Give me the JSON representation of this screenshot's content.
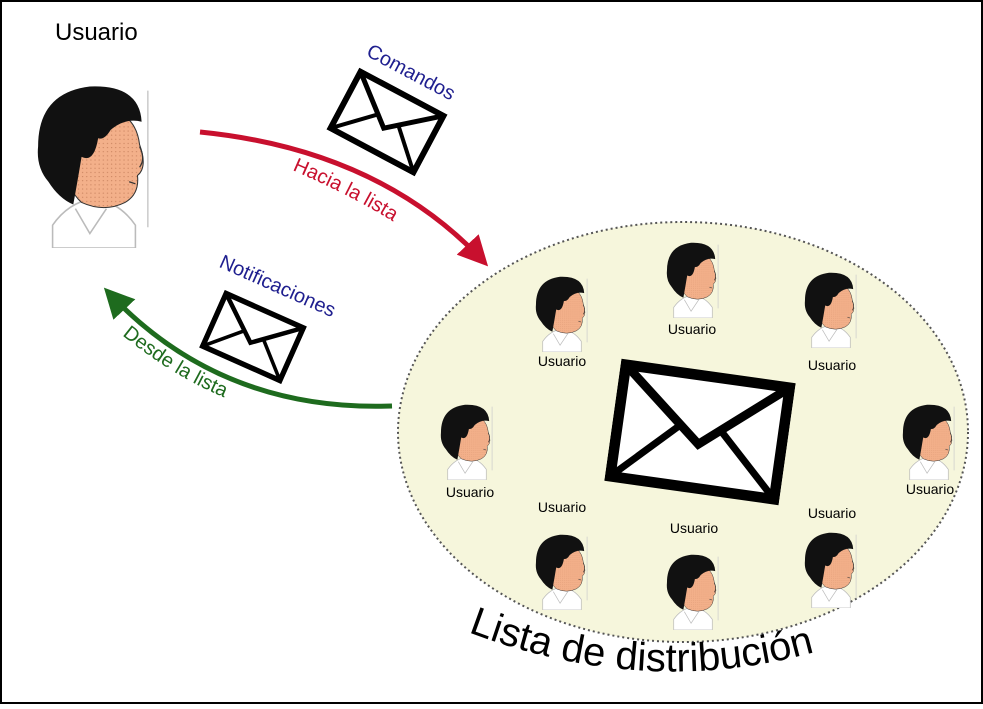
{
  "main_user_label": "Usuario",
  "commands_label": "Comandos",
  "to_list_label": "Hacia la lista",
  "notifications_label": "Notificaciones",
  "from_list_label": "Desde la lista",
  "list_title": "Lista de distribución",
  "members": [
    {
      "label": "Usuario"
    },
    {
      "label": "Usuario"
    },
    {
      "label": "Usuario"
    },
    {
      "label": "Usuario"
    },
    {
      "label": "Usuario"
    },
    {
      "label": "Usuario"
    },
    {
      "label": "Usuario"
    },
    {
      "label": "Usuario"
    }
  ],
  "colors": {
    "to_arrow": "#c8102e",
    "from_arrow": "#1e6b1e",
    "envelope_label": "#1f1f8f",
    "list_fill": "#f6f6dc",
    "skin": "#f3b08a",
    "hair": "#111111"
  },
  "icons": {
    "person": "user-icon",
    "envelope": "envelope-icon"
  }
}
